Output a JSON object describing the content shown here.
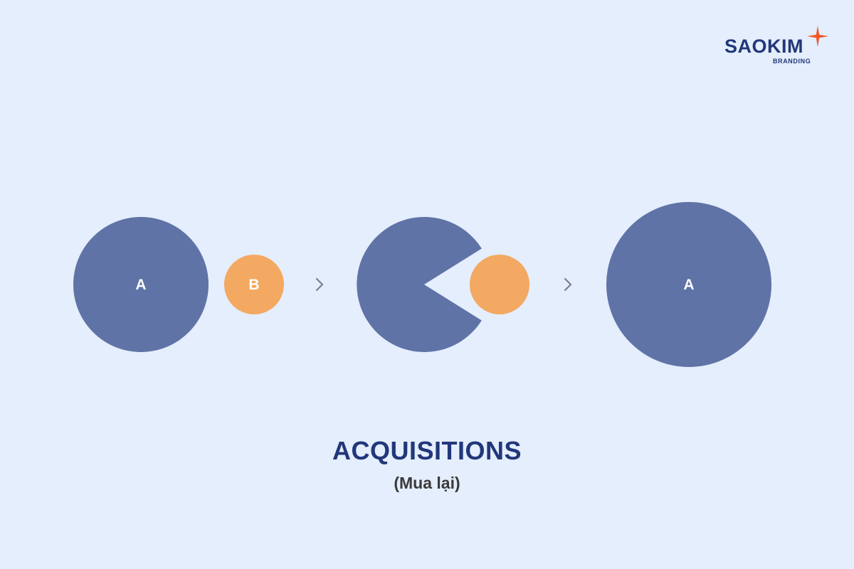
{
  "brand": {
    "name": "SAOKIM",
    "tagline": "BRANDING",
    "star_color": "#f05a28"
  },
  "diagram": {
    "stage1": {
      "company_a_label": "A",
      "company_b_label": "B"
    },
    "stage2": {
      "company_a_label": "",
      "company_b_label": ""
    },
    "stage3": {
      "company_a_label": "A"
    },
    "arrow_glyph": "›",
    "colors": {
      "company_a": "#6073a6",
      "company_b": "#f3a962",
      "arrow": "#7b7f86"
    }
  },
  "caption": {
    "title": "ACQUISITIONS",
    "subtitle": "(Mua lại)"
  }
}
